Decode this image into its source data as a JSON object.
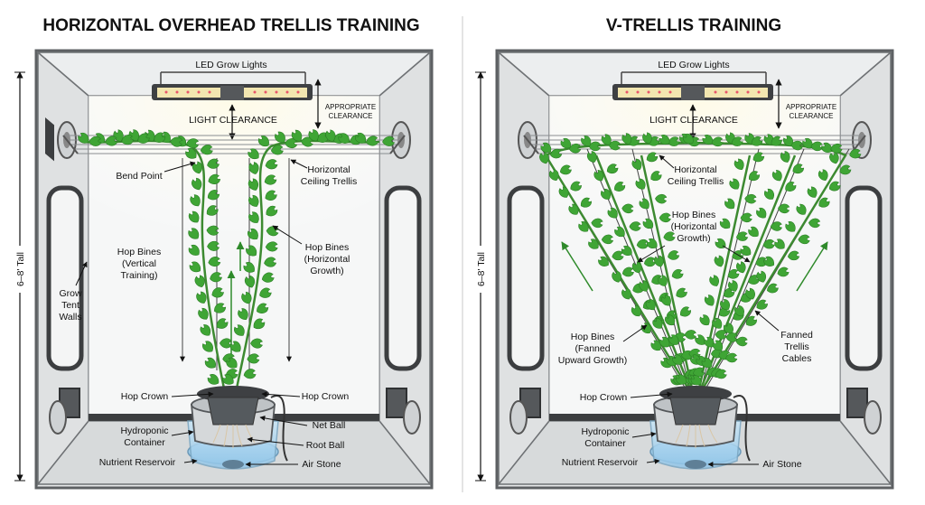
{
  "left": {
    "title": "HORIZONTAL OVERHEAD TRELLIS TRAINING",
    "labels": {
      "led": "LED Grow Lights",
      "appropriate": [
        "APPROPRIATE",
        "CLEARANCE"
      ],
      "light_clearance": "LIGHT CLEARANCE",
      "bend_point": "Bend Point",
      "horizontal_trellis": [
        "Horizontal",
        "Ceiling Trellis"
      ],
      "hop_bines_vertical": [
        "Hop Bines",
        "(Vertical",
        "Training)"
      ],
      "hop_bines_horizontal": [
        "Hop Bines",
        "(Horizontal",
        "Growth)"
      ],
      "grow_tent_walls": [
        "Grow",
        "Tent",
        "Walls"
      ],
      "height": "6–8' Tall",
      "hop_crown_left": "Hop Crown",
      "hop_crown_right": "Hop Crown",
      "net_ball": "Net Ball",
      "hydroponic": [
        "Hydroponic",
        "Container"
      ],
      "root_ball": "Root Ball",
      "nutrient_reservoir": "Nutrient Reservoir",
      "air_stone": "Air Stone"
    }
  },
  "right": {
    "title": "V-TRELLIS TRAINING",
    "labels": {
      "led": "LED Grow Lights",
      "appropriate": [
        "APPROPRIATE",
        "CLEARANCE"
      ],
      "light_clearance": "LIGHT CLEARANCE",
      "horizontal_trellis": [
        "Horizontal",
        "Ceiling Trellis"
      ],
      "hop_bines_horizontal": [
        "Hop Bines",
        "(Horizontal",
        "Growth)"
      ],
      "hop_bines_fanned": [
        "Hop Bines",
        "(Fanned",
        "Upward Growth)"
      ],
      "fanned_cables": [
        "Fanned",
        "Trellis",
        "Cables"
      ],
      "height": "6–8' Tall",
      "hop_crown": "Hop Crown",
      "hydroponic": [
        "Hydroponic",
        "Container"
      ],
      "nutrient_reservoir": "Nutrient Reservoir",
      "air_stone": "Air Stone"
    }
  },
  "colors": {
    "tent_frame": "#6f7275",
    "tent_wall": "#e9ebec",
    "tent_inner": "#f6f7f7",
    "leaf": "#3fa535",
    "leaf_dark": "#2b7d25",
    "water": "#a9d4ef",
    "light": "#f2e6b0"
  }
}
